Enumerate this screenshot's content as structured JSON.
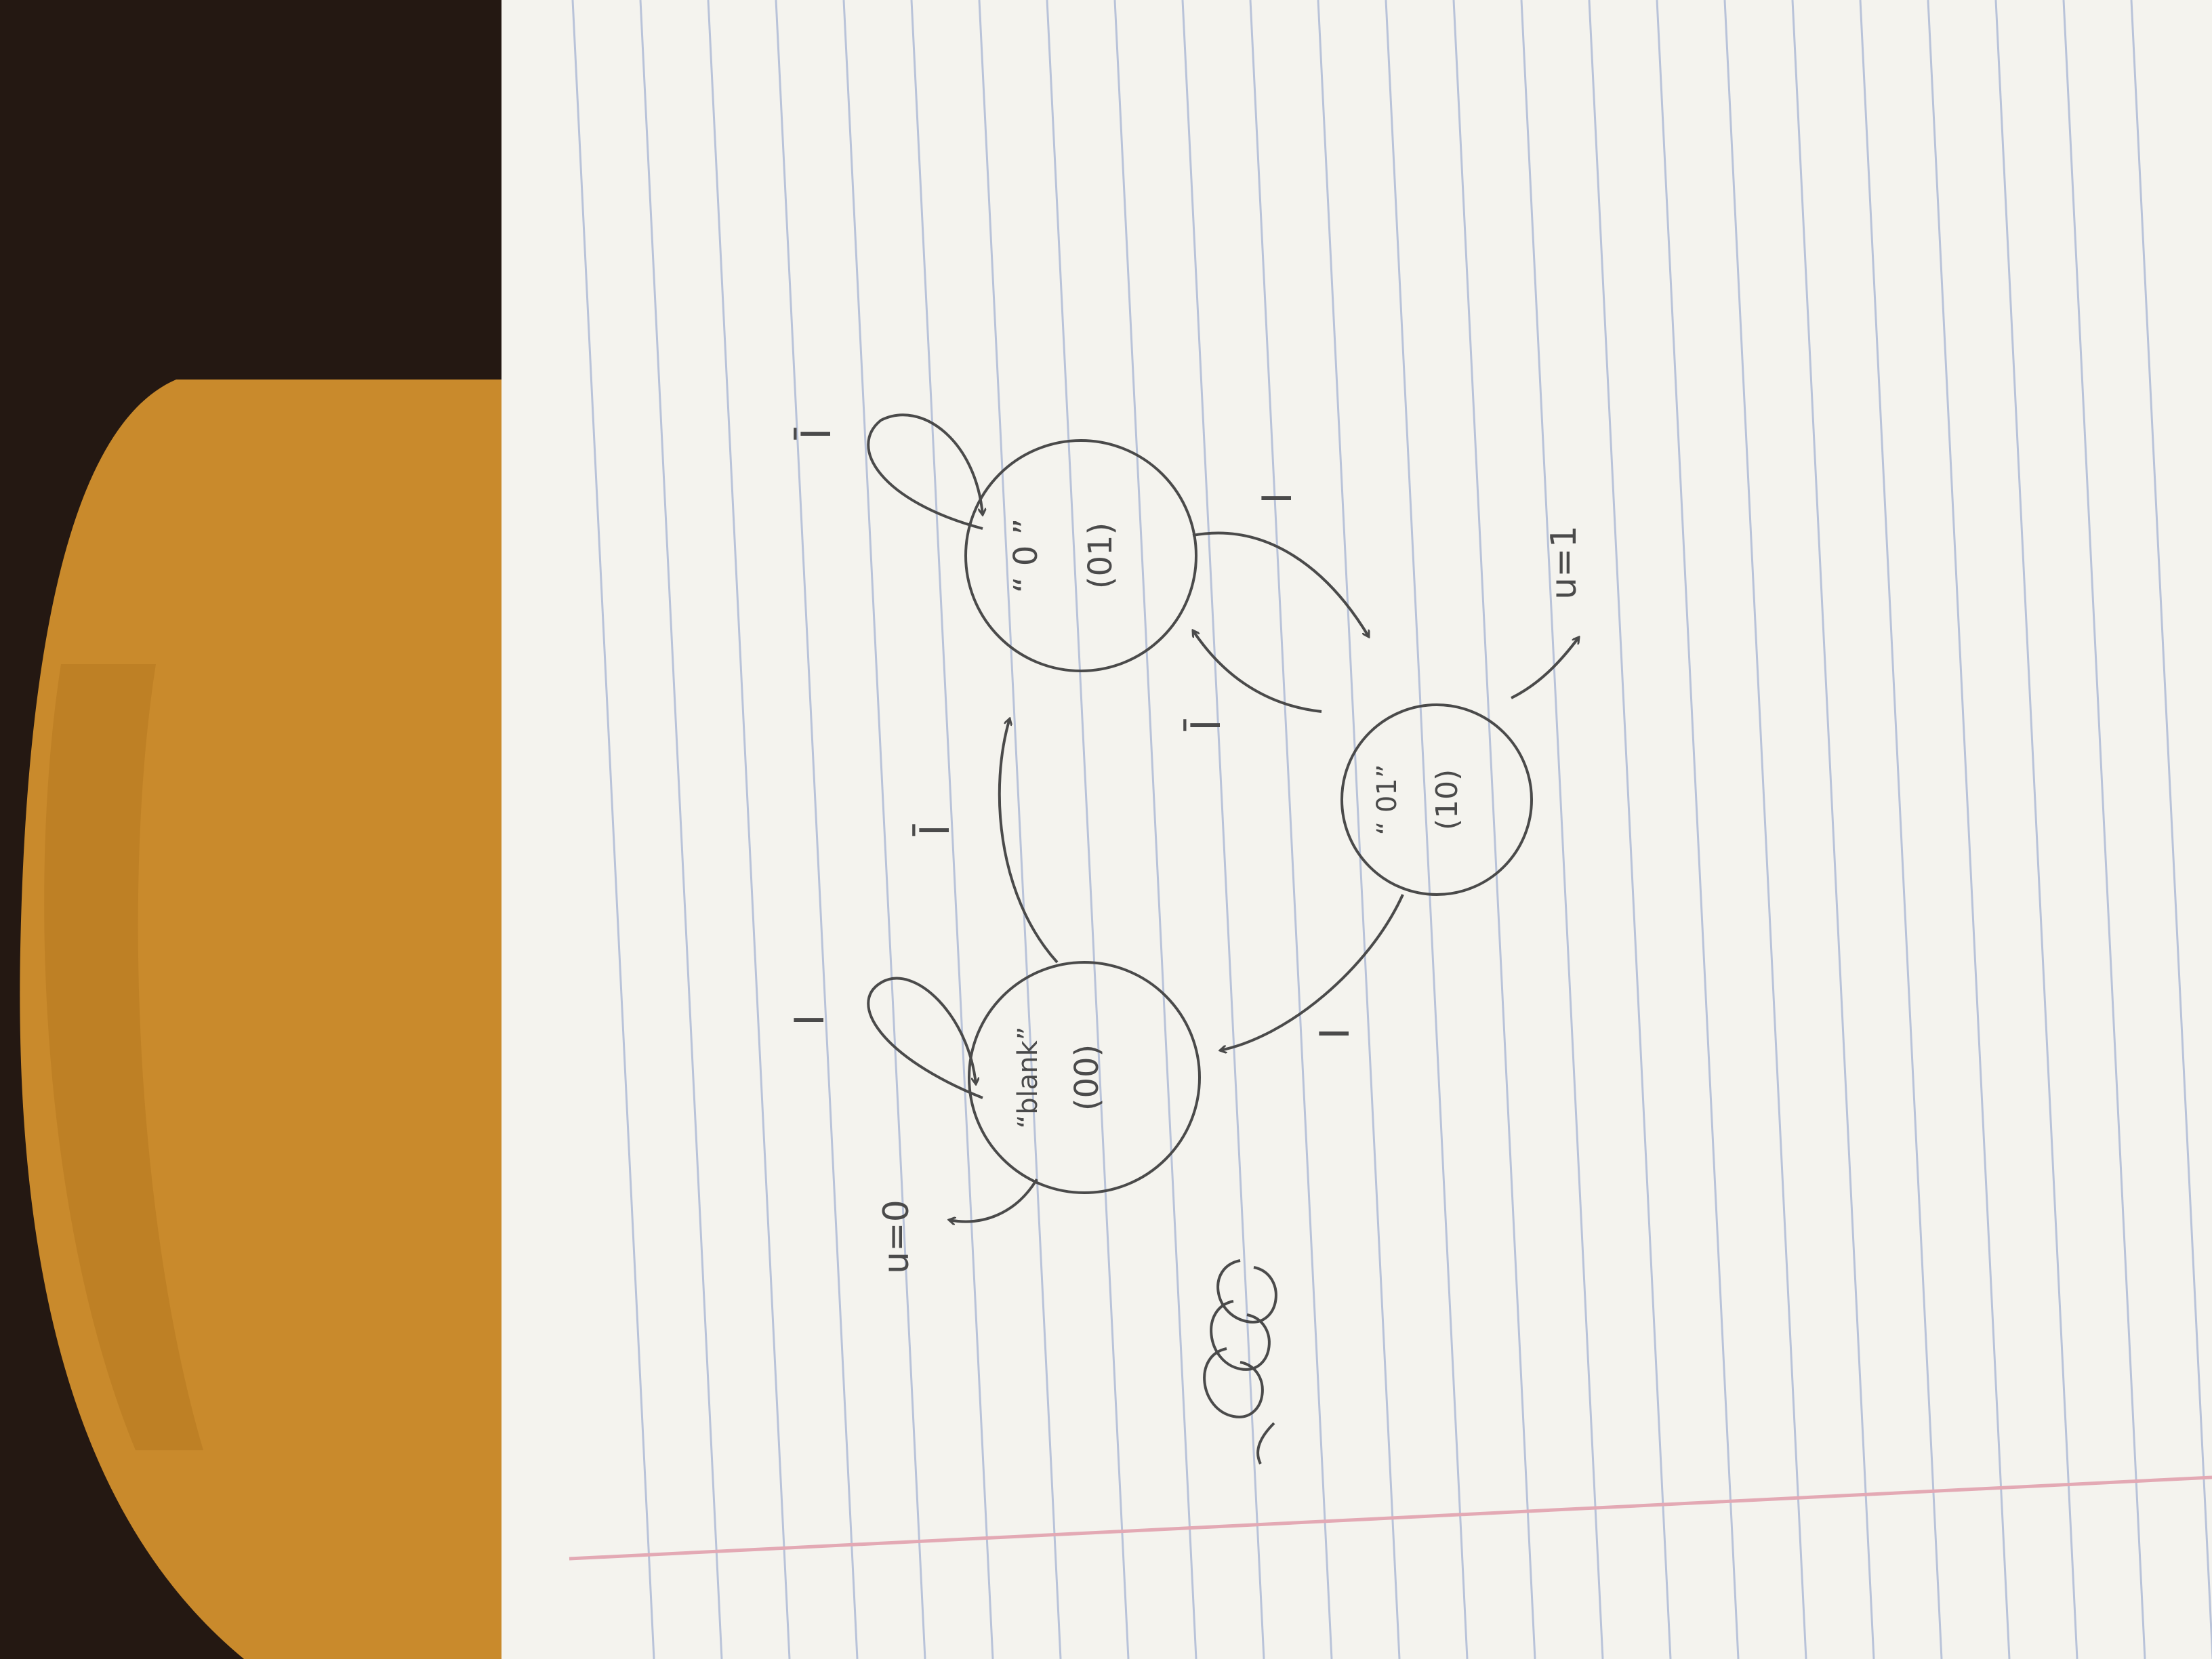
{
  "photo": {
    "subject": "hand-drawn state diagram on lined notebook paper, photographed rotated 90 degrees",
    "colors": {
      "background_dark": "#2a1d14",
      "chair_wood": "#c98a2c",
      "paper": "#f4f3ee",
      "ruled_line": "#b9c3d9",
      "margin_line": "#e3a9b4",
      "pencil": "#4a4a4a"
    }
  },
  "diagram": {
    "states": [
      {
        "id": "s00",
        "name": "“blank”",
        "code": "(00)"
      },
      {
        "id": "s01",
        "name": "“ 0 ”",
        "code": "(01)"
      },
      {
        "id": "s10",
        "name": "“ 01”",
        "code": "(10)"
      }
    ],
    "transitions": [
      {
        "from": "s00",
        "to": "s00",
        "label": "I"
      },
      {
        "from": "s00",
        "to": "s01",
        "label": "Ī"
      },
      {
        "from": "s01",
        "to": "s01",
        "label": "Ī"
      },
      {
        "from": "s01",
        "to": "s10",
        "label": "I"
      },
      {
        "from": "s10",
        "to": "s01",
        "label": "Ī"
      },
      {
        "from": "s10",
        "to": "s00",
        "label": "I"
      }
    ],
    "outputs": [
      {
        "state": "s00",
        "label": "u=0"
      },
      {
        "state": "s10",
        "label": "u=1"
      }
    ]
  }
}
